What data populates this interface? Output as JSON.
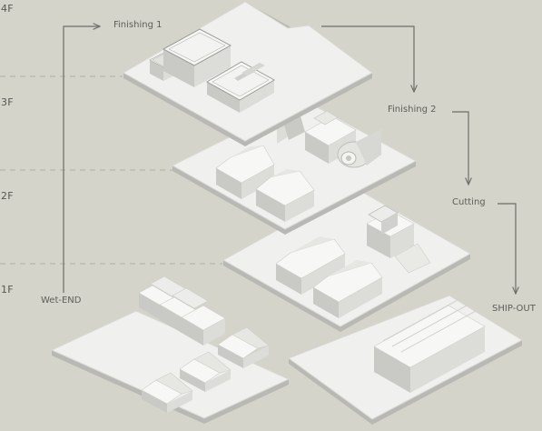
{
  "floors": [
    {
      "id": "4F",
      "label": "4F"
    },
    {
      "id": "3F",
      "label": "3F"
    },
    {
      "id": "2F",
      "label": "2F"
    },
    {
      "id": "1F",
      "label": "1F"
    }
  ],
  "processes": {
    "finishing1": "Finishing 1",
    "finishing2": "Finishing 2",
    "cutting": "Cutting",
    "wet_end": "Wet-END",
    "ship_out": "SHIP-OUT"
  },
  "colors": {
    "background": "#d5d4ca",
    "floor_top": "#f0f0ee",
    "floor_edge": "#b6b6b2",
    "arrow": "#6e6e6a",
    "guide": "#b0afa6",
    "text": "#575754"
  }
}
